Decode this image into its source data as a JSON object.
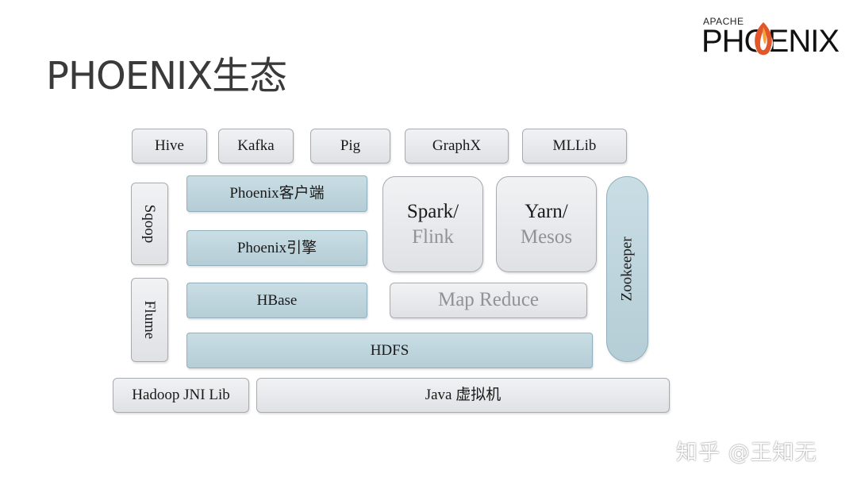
{
  "title": "PHOENIX生态",
  "logo": {
    "small": "APACHE",
    "main": "PHOENIX"
  },
  "diagram": {
    "top_row": [
      "Hive",
      "Kafka",
      "Pig",
      "GraphX",
      "MLLib"
    ],
    "sqoop": "Sqoop",
    "flume": "Flume",
    "phoenix_client": "Phoenix客户端",
    "phoenix_engine": "Phoenix引擎",
    "hbase": "HBase",
    "hdfs": "HDFS",
    "spark": {
      "line1": "Spark/",
      "line2": "Flink"
    },
    "yarn": {
      "line1": "Yarn/",
      "line2": "Mesos"
    },
    "map_reduce": "Map Reduce",
    "zookeeper": "Zookeeper",
    "hadoop_jni": "Hadoop JNI Lib",
    "java_vm": "Java 虚拟机"
  },
  "colors": {
    "gray_box": "#e6e8eb",
    "blue_box": "#bfd4dc",
    "muted_text": "#909396",
    "flame": "#e2562b"
  },
  "watermark": "知乎 @王知无"
}
